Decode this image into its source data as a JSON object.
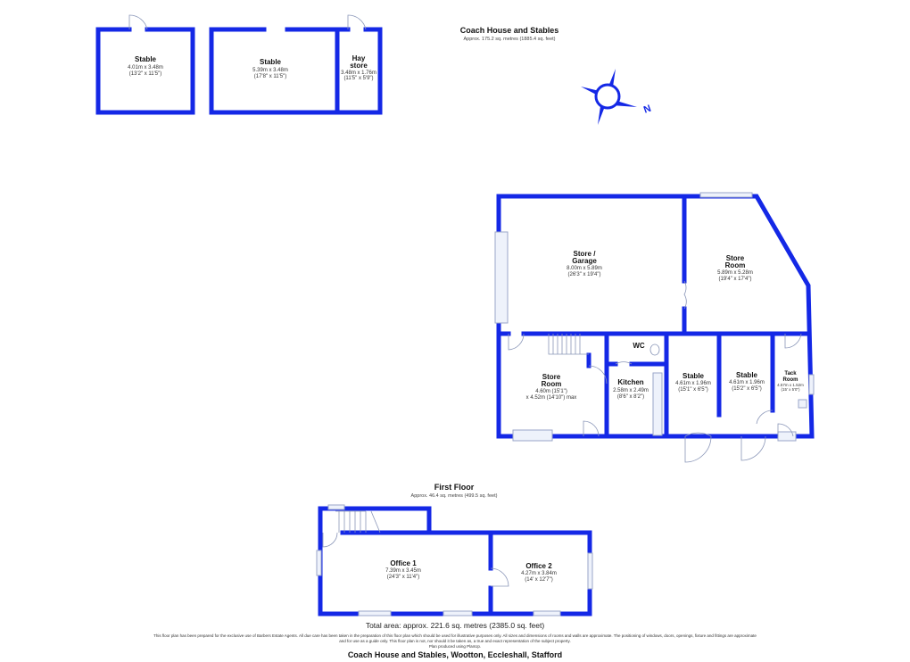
{
  "title": "Coach House and Stables, Wootton, Eccleshall, Stafford",
  "ground_floor": {
    "heading": "Coach House and Stables",
    "area": "Approx. 175.2 sq. metres (1885.4 sq. feet)",
    "rooms": [
      {
        "name": "Stable",
        "metric": "4.01m x 3.48m",
        "imperial": "(13'2\" x 11'5\")"
      },
      {
        "name": "Stable",
        "metric": "5.39m x 3.48m",
        "imperial": "(17'8\" x 11'5\")"
      },
      {
        "name": "Hay",
        "name2": "store",
        "metric": "3.48m x 1.76m",
        "imperial": "(11'5\" x 5'9\")"
      },
      {
        "name": "Store /",
        "name2": "Garage",
        "metric": "8.00m x 5.89m",
        "imperial": "(26'3\" x 19'4\")"
      },
      {
        "name": "Store",
        "name2": "Room",
        "metric": "5.89m x 5.28m",
        "imperial": "(19'4\" x 17'4\")"
      },
      {
        "name": "Store",
        "name2": "Room",
        "metric": "4.60m (15'1\")",
        "imperial": "x 4.52m (14'10\") max"
      },
      {
        "name": "WC"
      },
      {
        "name": "Kitchen",
        "metric": "2.58m x 2.49m",
        "imperial": "(8'6\" x 8'2\")"
      },
      {
        "name": "Stable",
        "metric": "4.61m x 1.96m",
        "imperial": "(15'1\" x 6'5\")"
      },
      {
        "name": "Stable",
        "metric": "4.61m x 1.96m",
        "imperial": "(15'2\" x 6'5\")"
      },
      {
        "name": "Tack",
        "name2": "Room",
        "metric": "4.57m x 1.52m",
        "imperial": "(15' x 5'0\")"
      }
    ]
  },
  "first_floor": {
    "heading": "First Floor",
    "area": "Approx. 46.4 sq. metres (499.5 sq. feet)",
    "rooms": [
      {
        "name": "Office 1",
        "metric": "7.39m x 3.45m",
        "imperial": "(24'3\" x 11'4\")"
      },
      {
        "name": "Office 2",
        "metric": "4.27m x 3.84m",
        "imperial": "(14' x 12'7\")"
      }
    ]
  },
  "compass_label": "N",
  "total_area": "Total area: approx. 221.6 sq. metres (2385.0 sq. feet)",
  "disclaimer": "This floor plan has been prepared for the exclusive use of Barbers Estate Agents. All due care has been taken in the preparation of this floor plan which should be used for illustrative purposes only. All sizes and dimensions of rooms and walls are approximate. The positioning of windows, doors, openings, fixture and fittings are approximate and for use as a guide only. This floor plan is not, nor should it be taken as, a true and exact representation of the subject property.",
  "produced_by": "Plan produced using PlanUp.",
  "colors": {
    "wall": "#1428e6"
  }
}
